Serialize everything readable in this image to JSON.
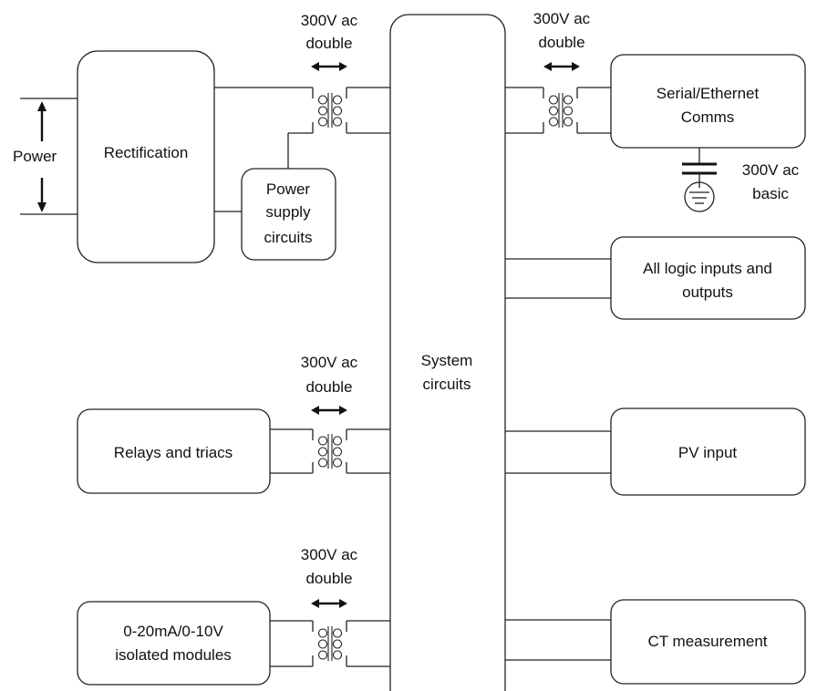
{
  "labels": {
    "power": "Power",
    "rectification": "Rectification",
    "power_supply": [
      "Power",
      "supply",
      "circuits"
    ],
    "system": [
      "System",
      "circuits"
    ],
    "serial": [
      "Serial/Ethernet",
      "Comms"
    ],
    "logic": [
      "All logic inputs and",
      "outputs"
    ],
    "pv": "PV input",
    "ct": "CT measurement",
    "relays": "Relays and triacs",
    "modules": [
      "0-20mA/0-10V",
      "isolated modules"
    ],
    "isolation_double": [
      "300V ac",
      "double"
    ],
    "isolation_basic": [
      "300V ac",
      "basic"
    ]
  }
}
